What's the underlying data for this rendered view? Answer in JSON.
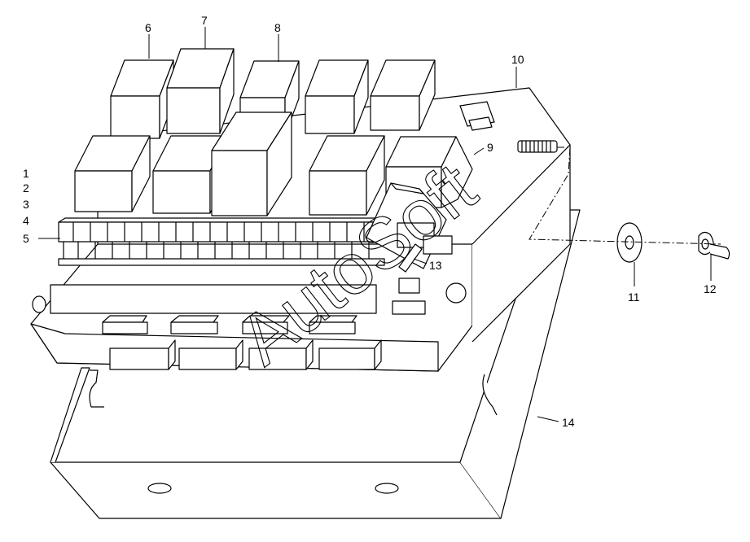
{
  "diagram": {
    "callouts": [
      "1",
      "2",
      "3",
      "4",
      "5",
      "6",
      "7",
      "8",
      "9",
      "10",
      "11",
      "12",
      "13",
      "14"
    ],
    "watermark": "AutoSoft",
    "colors": {
      "line": "#000000",
      "background": "#ffffff"
    }
  }
}
